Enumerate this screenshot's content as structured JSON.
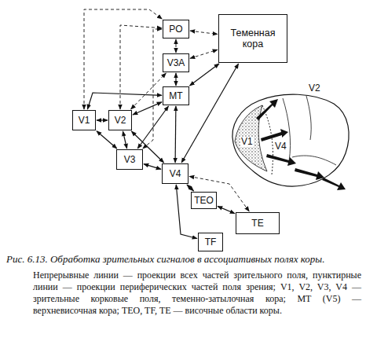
{
  "diagram": {
    "caption": "Рис. 6.13. Обработка зрительных сигналов в ассоциативных полях коры.",
    "nodes": [
      {
        "text": [
          "PO"
        ]
      },
      {
        "text": [
          "V3A"
        ]
      },
      {
        "text": [
          "MT"
        ]
      },
      {
        "text": [
          "Теменная кора"
        ]
      },
      {
        "text": [
          "V1"
        ]
      },
      {
        "text": [
          "V2"
        ]
      },
      {
        "text": [
          "V3"
        ]
      },
      {
        "text": [
          "V4"
        ]
      },
      {
        "text": [
          "TEO"
        ]
      },
      {
        "text": [
          "TE"
        ]
      },
      {
        "text": [
          "TF"
        ]
      }
    ],
    "edges": [
      {
        "from": 4,
        "to": 5,
        "arrow": "both"
      },
      {
        "from": 4,
        "to": 2,
        "arrow": "both"
      },
      {
        "from": 5,
        "to": 2,
        "arrow": "both"
      },
      {
        "from": 4,
        "to": 6,
        "arrow": "both"
      },
      {
        "from": 5,
        "to": 6,
        "arrow": "both"
      },
      {
        "from": 5,
        "to": 7,
        "arrow": "both"
      },
      {
        "from": 6,
        "to": 7,
        "arrow": "both"
      },
      {
        "from": 6,
        "to": 2,
        "arrow": "both"
      },
      {
        "from": 2,
        "to": 1,
        "arrow": "both"
      },
      {
        "from": 1,
        "to": 0,
        "arrow": "both"
      },
      {
        "from": 2,
        "to": 3,
        "arrow": "both"
      },
      {
        "from": 2,
        "to": 7,
        "arrow": "both"
      },
      {
        "from": 7,
        "to": 3,
        "arrow": "both"
      },
      {
        "from": 7,
        "to": 8,
        "arrow": "both"
      },
      {
        "from": 7,
        "to": 10,
        "arrow": "both"
      },
      {
        "from": 8,
        "to": 9,
        "arrow": "both"
      },
      {
        "from": 4,
        "to": 0,
        "arrow": "both"
      },
      {
        "from": 5,
        "to": 0,
        "arrow": "both"
      },
      {
        "from": 6,
        "to": 0,
        "arrow": "both"
      },
      {
        "from": 0,
        "to": 3,
        "arrow": "both"
      },
      {
        "from": 1,
        "to": 3,
        "arrow": "both"
      },
      {
        "from": 5,
        "to": 1,
        "arrow": "both"
      },
      {
        "from": 7,
        "to": 9,
        "arrow": "both"
      }
    ],
    "labels": [
      "V2",
      "V1",
      "V4",
      "Непрерывные линии — проекции всех частей зрительного поля, пунктирные линии — проекции периферических частей поля зрения; V1, V2, V3, V4 — зрительные корковые поля, теменно-затылочная кора; MT (V5) — верхневисочная кора; TEO, TF, TE — височные области коры."
    ]
  }
}
